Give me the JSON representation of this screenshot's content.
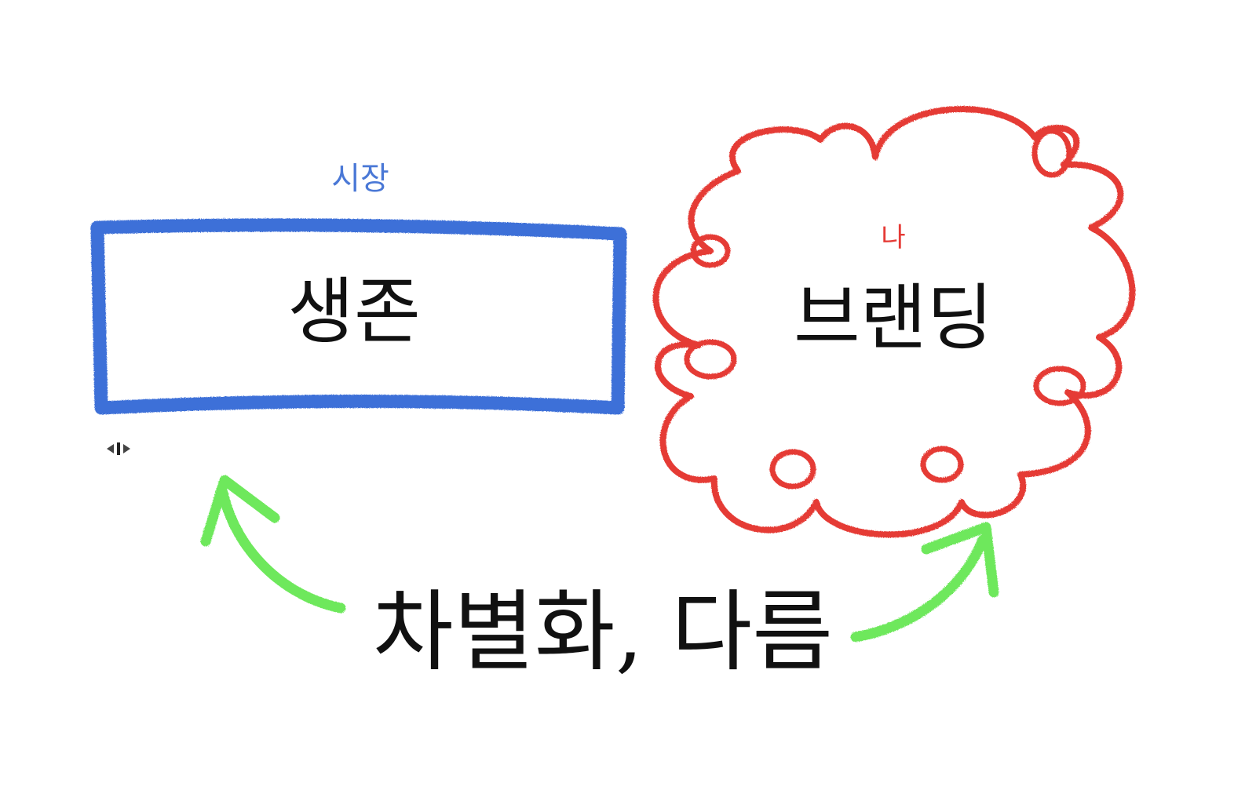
{
  "diagram": {
    "market_label": "시장",
    "survival": "생존",
    "me_label": "나",
    "branding": "브랜딩",
    "differentiation": "차별화, 다름"
  },
  "colors": {
    "box_blue": "#3e6fd8",
    "market_text_blue": "#4a78d6",
    "cloud_red": "#e53a35",
    "arrow_green": "#6ee85c",
    "text_black": "#111111",
    "background": "#ffffff"
  },
  "icons": {
    "cursor": "resize-horizontal-cursor-icon"
  }
}
